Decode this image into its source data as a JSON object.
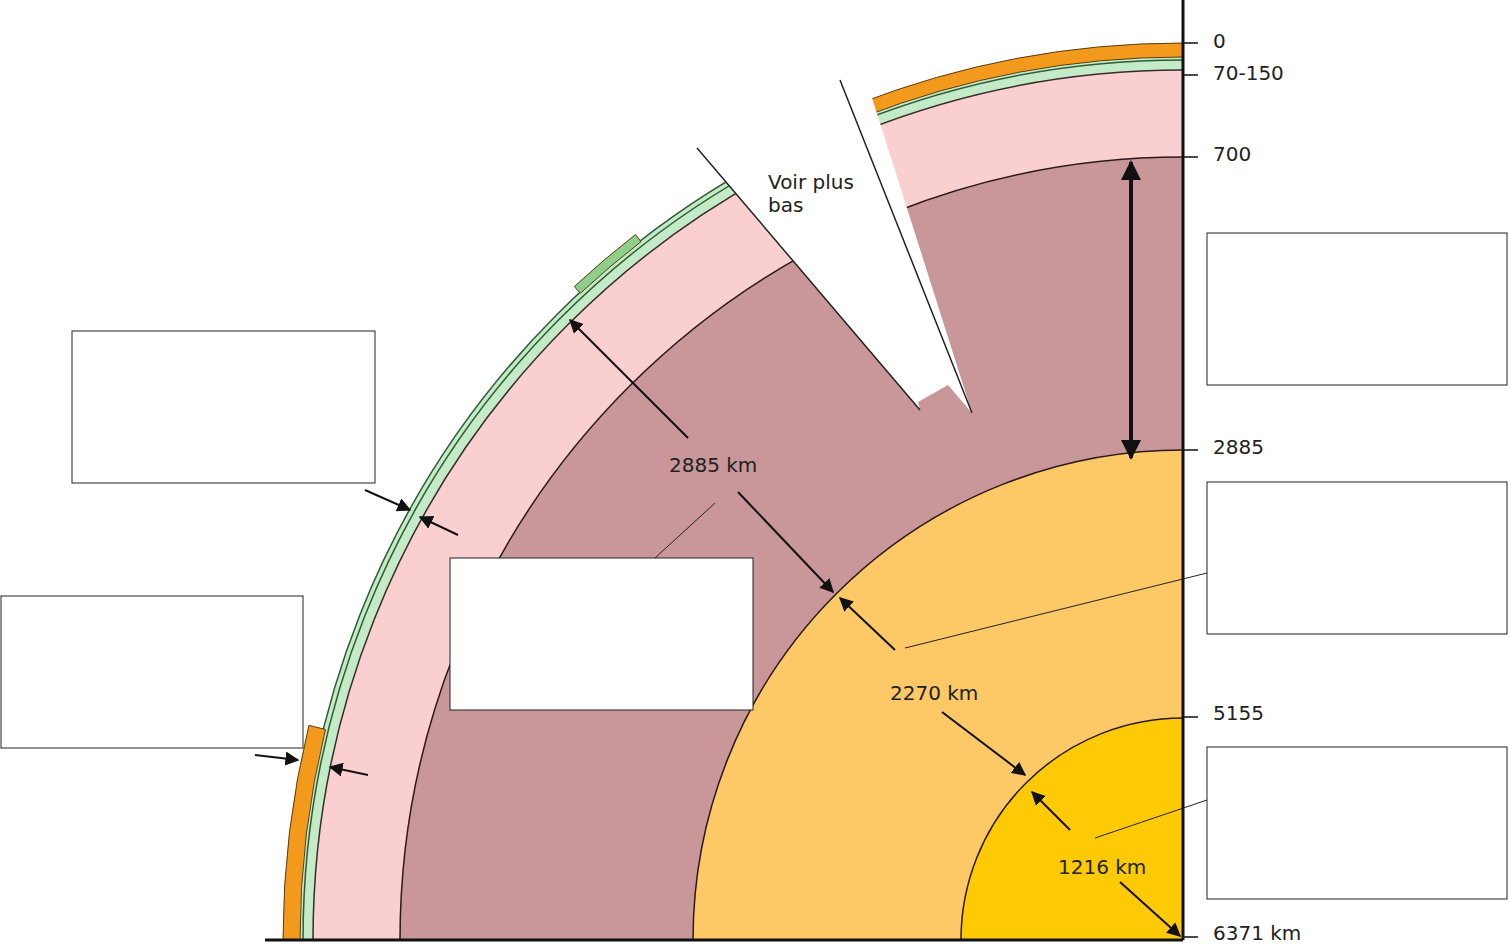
{
  "diagram": {
    "labels": [
      "0",
      "70-150",
      "700",
      "2885",
      "5155",
      "6371 km",
      "Voir plus bas",
      "2885 km",
      "2270 km",
      "1216 km"
    ]
  }
}
